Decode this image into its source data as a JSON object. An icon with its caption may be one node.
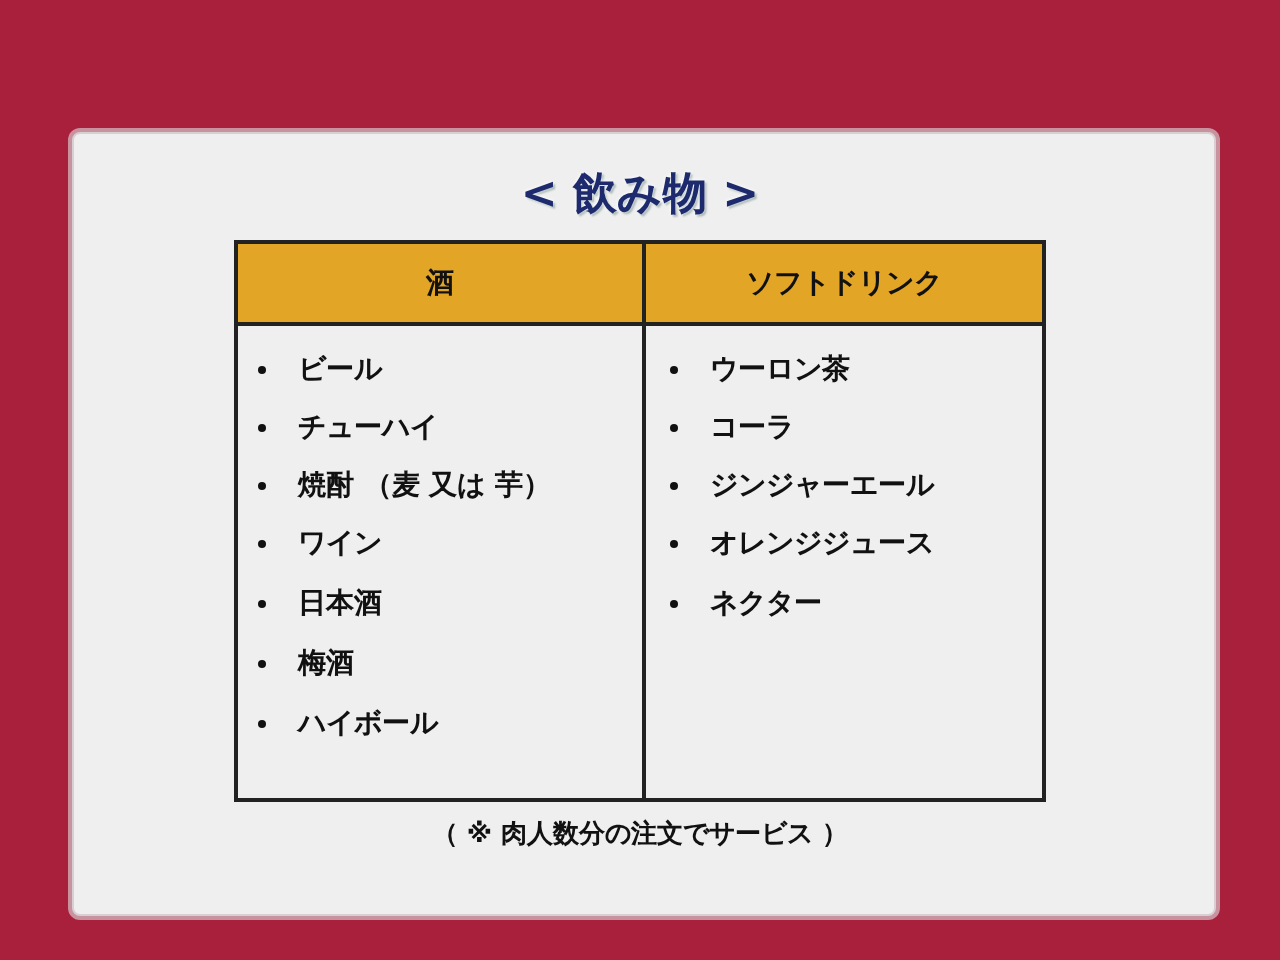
{
  "diagram": {
    "title": "< 飲み物 >",
    "caption": "（ ※ 肉人数分の注文でサービス ）",
    "labels": [
      "酒",
      "ソフトドリンク",
      "ビール",
      "ウーロン茶",
      "チューハイ",
      "コーラ",
      "焼酎 （麦 又は 芋）",
      "ジンジャーエール",
      "ワイン",
      "オレンジジュース",
      "日本酒",
      "ネクター",
      "梅酒",
      "ハイボール"
    ]
  }
}
